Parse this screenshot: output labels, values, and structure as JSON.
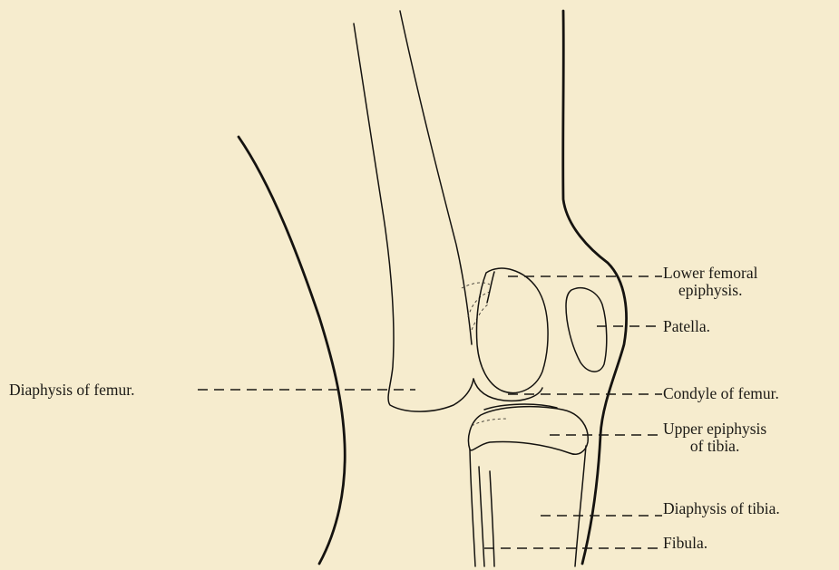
{
  "labels": {
    "lower_femoral_epiphysis": {
      "line1": "Lower femoral",
      "line2": "epiphysis."
    },
    "patella": "Patella.",
    "diaphysis_of_femur": "Diaphysis of femur.",
    "condyle_of_femur": "Condyle of femur.",
    "upper_epiphysis_of_tibia": {
      "line1": "Upper epiphysis",
      "line2": "of tibia."
    },
    "diaphysis_of_tibia": "Diaphysis of tibia.",
    "fibula": "Fibula."
  }
}
